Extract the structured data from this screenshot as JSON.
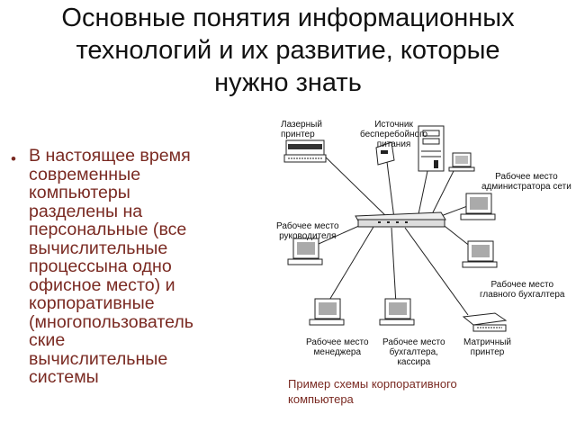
{
  "slide": {
    "title_lines": [
      "Основные понятия информационных",
      "технологий и их развитие, которые",
      "нужно знать"
    ],
    "bullet_text_lines": [
      "В настоящее время",
      "современные",
      "компьютеры",
      "разделены на",
      "персональные (все",
      "вычислительные",
      "процессына одно",
      "офисное место) и",
      "корпоративные",
      "(многопользователь",
      "ские",
      "вычислительные",
      "системы"
    ],
    "caption_lines": [
      "Пример схемы корпоративного",
      "компьютера"
    ],
    "colors": {
      "bullet_text": "#7a2a22",
      "title": "#111111"
    }
  },
  "diagram": {
    "labels": {
      "laser_printer": [
        "Лазерный",
        "принтер"
      ],
      "ups": [
        "Источник",
        "бесперебойного",
        "питания"
      ],
      "admin_workstation": [
        "Рабочее место",
        "администратора сети"
      ],
      "manager_workstation": [
        "Рабочее место",
        "руководителя"
      ],
      "chief_accountant_workstation": [
        "Рабочее место",
        "главного бухгалтера"
      ],
      "sales_manager_workstation": [
        "Рабочее место",
        "менеджера"
      ],
      "accountant_cashier_workstation": [
        "Рабочее место",
        "бухгалтера,",
        "кассира"
      ],
      "matrix_printer": [
        "Матричный",
        "принтер"
      ]
    }
  }
}
